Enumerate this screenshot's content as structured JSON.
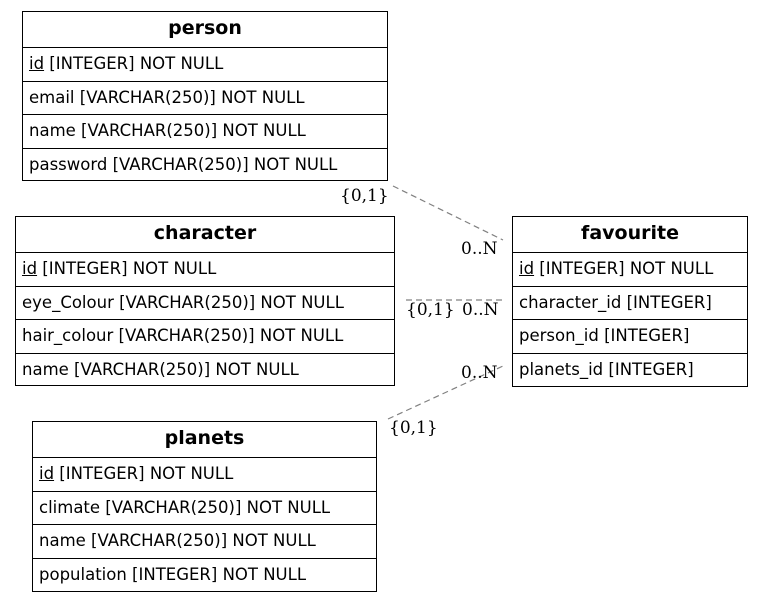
{
  "entities": [
    {
      "id": "person",
      "name": "person",
      "fields": [
        {
          "key": "id",
          "rest": " [INTEGER] NOT NULL",
          "pk": true
        },
        {
          "key": "email",
          "rest": " [VARCHAR(250)] NOT NULL",
          "pk": false
        },
        {
          "key": "name",
          "rest": " [VARCHAR(250)] NOT NULL",
          "pk": false
        },
        {
          "key": "password",
          "rest": " [VARCHAR(250)] NOT NULL",
          "pk": false
        }
      ]
    },
    {
      "id": "character",
      "name": "character",
      "fields": [
        {
          "key": "id",
          "rest": " [INTEGER] NOT NULL",
          "pk": true
        },
        {
          "key": "eye_Colour",
          "rest": " [VARCHAR(250)] NOT NULL",
          "pk": false
        },
        {
          "key": "hair_colour",
          "rest": " [VARCHAR(250)] NOT NULL",
          "pk": false
        },
        {
          "key": "name",
          "rest": " [VARCHAR(250)] NOT NULL",
          "pk": false
        }
      ]
    },
    {
      "id": "favourite",
      "name": "favourite",
      "fields": [
        {
          "key": "id",
          "rest": " [INTEGER] NOT NULL",
          "pk": true
        },
        {
          "key": "character_id",
          "rest": " [INTEGER]",
          "pk": false
        },
        {
          "key": "person_id",
          "rest": " [INTEGER]",
          "pk": false
        },
        {
          "key": "planets_id",
          "rest": " [INTEGER]",
          "pk": false
        }
      ]
    },
    {
      "id": "planets",
      "name": "planets",
      "fields": [
        {
          "key": "id",
          "rest": " [INTEGER] NOT NULL",
          "pk": true
        },
        {
          "key": "climate",
          "rest": " [VARCHAR(250)] NOT NULL",
          "pk": false
        },
        {
          "key": "name",
          "rest": " [VARCHAR(250)] NOT NULL",
          "pk": false
        },
        {
          "key": "population",
          "rest": " [INTEGER] NOT NULL",
          "pk": false
        }
      ]
    }
  ],
  "relationships": [
    {
      "from": "person",
      "to": "favourite",
      "from_card": "{0,1}",
      "to_card": "0..N"
    },
    {
      "from": "character",
      "to": "favourite",
      "from_card": "{0,1}",
      "to_card": "0..N"
    },
    {
      "from": "planets",
      "to": "favourite",
      "from_card": "{0,1}",
      "to_card": "0..N"
    }
  ],
  "colors": {
    "line": "#808080",
    "border": "#000000",
    "background": "#ffffff"
  }
}
